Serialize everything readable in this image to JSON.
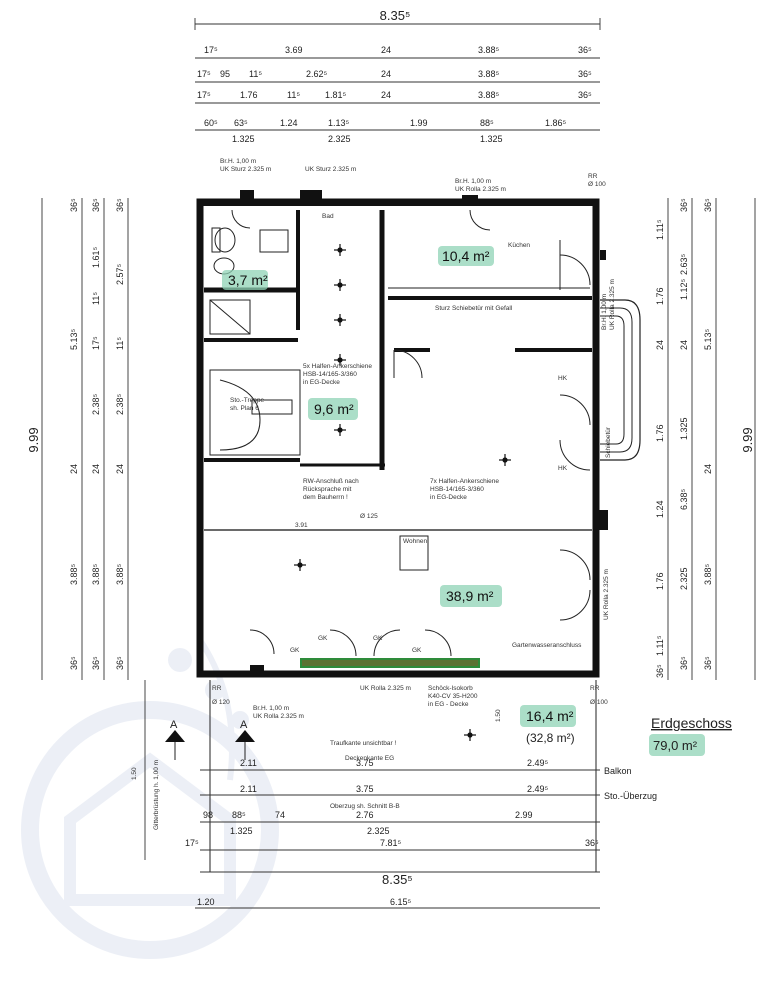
{
  "top_dims": {
    "overall": "8.35⁵",
    "row1": [
      "17⁵",
      "3.69",
      "24",
      "3.88⁵",
      "36⁵"
    ],
    "row2": [
      "17⁵",
      "95",
      "11⁵",
      "2.62⁵",
      "24",
      "3.88⁵",
      "36⁵"
    ],
    "row3": [
      "17⁵",
      "1.76",
      "11⁵",
      "1.81⁵",
      "24",
      "3.88⁵",
      "36⁵"
    ],
    "row4": [
      "60⁵",
      "63⁵",
      "1.24",
      "1.13⁵",
      "1.99",
      "88⁵",
      "1.86⁵"
    ],
    "row4_sub": [
      "1.325",
      "2.325",
      "1.325"
    ]
  },
  "left_dims": {
    "overall": "9.99",
    "col1": [
      "36⁵",
      "5.13⁵",
      "24",
      "3.88⁵",
      "36⁵"
    ],
    "col2": [
      "36⁵",
      "1.61⁵",
      "11⁵",
      "17⁵",
      "2.38⁵",
      "24",
      "3.88⁵",
      "36⁵"
    ],
    "col3": [
      "36⁵",
      "2.57⁵",
      "11⁵",
      "2.38⁵",
      "24",
      "3.88⁵",
      "36⁵"
    ]
  },
  "right_dims": {
    "overall": "9.99",
    "col1": [
      "1.11⁵",
      "1.76",
      "24",
      "1.76",
      "1.24",
      "1.76",
      "1.11⁵",
      "36⁵"
    ],
    "col2": [
      "36⁵",
      "1.12⁵",
      "2.63⁵",
      "24",
      "1.325",
      "6.38⁵",
      "2.325",
      "36⁵"
    ],
    "col3": [
      "36⁵",
      "5.13⁵",
      "24",
      "3.88⁵",
      "36⁵"
    ]
  },
  "bottom_dims": {
    "rowA": [
      "2.11",
      "3.75",
      "2.49⁵",
      "Balkon"
    ],
    "rowB": [
      "2.11",
      "3.75",
      "2.49⁵",
      "Sto.-Überzug"
    ],
    "rowC": [
      "98",
      "88⁵",
      "74",
      "2.76",
      "2.99"
    ],
    "rowC_note": "Oberzug sh. Schnitt B-B",
    "rowD": [
      "1.325",
      "2.325",
      "7.81⁵"
    ],
    "rowD_side": [
      "17⁵",
      "36⁵"
    ],
    "overall": "8.35⁵",
    "rowE": [
      "1.20",
      "6.15⁵"
    ]
  },
  "rooms": [
    {
      "area": "3,7 m²"
    },
    {
      "area": "10,4 m²"
    },
    {
      "area": "9,6 m²"
    },
    {
      "area": "38,9 m²"
    },
    {
      "area": "16,4 m²",
      "sub": "(32,8 m²)"
    }
  ],
  "floor": {
    "name": "Erdgeschoss",
    "total": "79,0 m²"
  },
  "section_marker": "A",
  "notes": {
    "top_window1": [
      "Br.H. 1,00 m",
      "UK Sturz 2.325 m"
    ],
    "top_window2": "UK Sturz 2.325 m",
    "top_window3": [
      "Br.H. 1,00 m",
      "UK Rolla 2.325 m"
    ],
    "rr_top": [
      "RR",
      "Ø 100"
    ],
    "bad": "Bad",
    "kueche": "Küchen",
    "sturz": "Sturz Schiebetür mit Gefall",
    "treppe": [
      "Sto.-Treppe",
      "sh. Plan 6"
    ],
    "anker1": [
      "5x Halfen-Ankerschiene",
      "HSB-14/165-3/360",
      "in EG-Decke"
    ],
    "rw": [
      "RW-Anschluß nach",
      "Rücksprache mit",
      "dem Bauherrn !"
    ],
    "anker2": [
      "7x Halfen-Ankerschiene",
      "HSB-14/165-3/360",
      "in EG-Decke"
    ],
    "wohnen": "Wohnen",
    "garten": "Gartenwasseranschluss",
    "gk": [
      "GK",
      "GK",
      "GK",
      "GK"
    ],
    "balkon_rolla": "UK Rolla 2.325 m",
    "schoeck": [
      "Schöck-Isokorb",
      "K40-CV 35-H200",
      "in EG - Decke"
    ],
    "traufkante": "Traufkante unsichtbar !",
    "deckenkante": "Deckenkante EG",
    "br_bottom": [
      "Br.H. 1,00 m",
      "UK Rolla 2.325 m"
    ],
    "rr_left": [
      "RR",
      "Ø 120"
    ],
    "rr_right": [
      "RR",
      "Ø 100"
    ],
    "dim_150": "1.50",
    "dim_391": "3.91",
    "dim_150b": "1.50",
    "side_rolla": [
      "Br.H. 1,00 m",
      "UK Rolla 2.325 m"
    ],
    "side_rolla2": "UK Rolla 2.325 m",
    "schiebe": "Schiebetür",
    "dim_125": "Ø 125",
    "brustung": "Gitterbrüstung h. 1,00 m",
    "hk": [
      "HK",
      "HK"
    ]
  },
  "colors": {
    "highlight": "#8fd3b5",
    "wall": "#111111",
    "balcony_edge": "#2e8b3a",
    "watermark": "#c9d3e6"
  }
}
